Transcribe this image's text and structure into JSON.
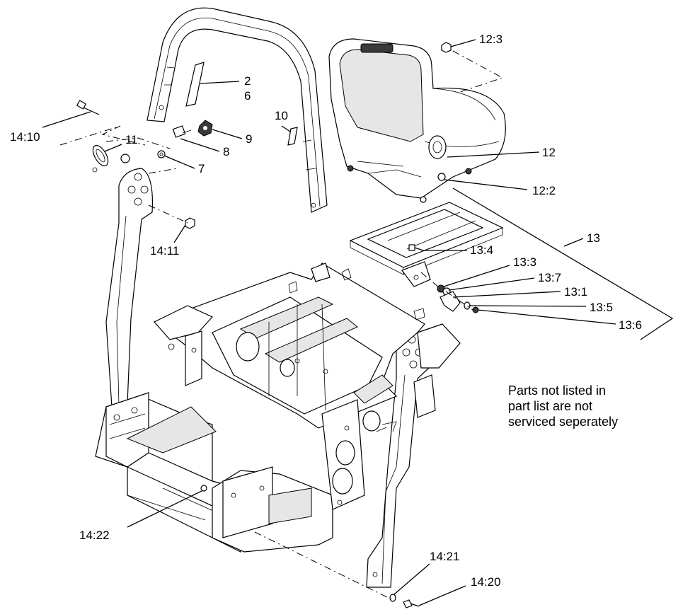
{
  "callouts": {
    "c_2": "2",
    "c_6": "6",
    "c_9": "9",
    "c_8": "8",
    "c_7": "7",
    "c_10": "10",
    "c_11": "11",
    "c_14_10": "14:10",
    "c_14_11": "14:11",
    "c_12_3": "12:3",
    "c_12": "12",
    "c_12_2": "12:2",
    "c_13": "13",
    "c_13_4": "13:4",
    "c_13_3": "13:3",
    "c_13_7": "13:7",
    "c_13_1": "13:1",
    "c_13_5": "13:5",
    "c_13_6": "13:6",
    "c_14_22": "14:22",
    "c_14_21": "14:21",
    "c_14_20": "14:20"
  },
  "note": {
    "line1": "Parts not listed in",
    "line2": "part list are not",
    "line3": "serviced seperately"
  }
}
